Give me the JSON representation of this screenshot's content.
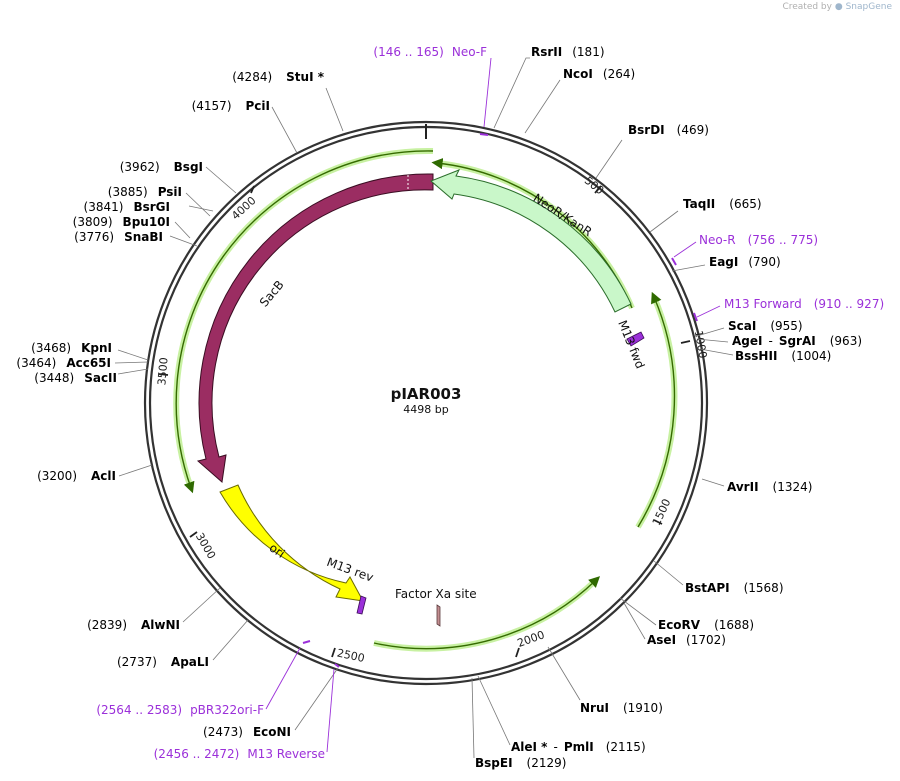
{
  "plasmid": {
    "name": "pIAR003",
    "length_label": "4498 bp",
    "length": 4498
  },
  "credit": {
    "prefix": "Created by",
    "brand": "SnapGene"
  },
  "colors": {
    "backbone": "#333333",
    "site_text": "#000000",
    "primer_text": "#9b30d9",
    "primer_mark": "#9b30d9",
    "sacb": "#9b2d62",
    "neor": "#c9f7c9",
    "ori": "#ffff00",
    "factor_xa": "#c38e91",
    "green_arc_outer": "#c4f29a",
    "green_arc_inner": "#3f7f00"
  },
  "restriction_sites": [
    {
      "id": "rsrii",
      "name": "RsrII",
      "pos": "181"
    },
    {
      "id": "ncoi",
      "name": "NcoI",
      "pos": "264"
    },
    {
      "id": "bsrdi",
      "name": "BsrDI",
      "pos": "469"
    },
    {
      "id": "taqii",
      "name": "TaqII",
      "pos": "665"
    },
    {
      "id": "eagi",
      "name": "EagI",
      "pos": "790"
    },
    {
      "id": "scai",
      "name": "ScaI",
      "pos": "955"
    },
    {
      "id": "agei",
      "name": "AgeI",
      "name2": "SgrAI",
      "pos": "963"
    },
    {
      "id": "bsshii",
      "name": "BssHII",
      "pos": "1004"
    },
    {
      "id": "avrii",
      "name": "AvrII",
      "pos": "1324"
    },
    {
      "id": "bstapi",
      "name": "BstAPI",
      "pos": "1568"
    },
    {
      "id": "ecorv",
      "name": "EcoRV",
      "pos": "1688"
    },
    {
      "id": "asei",
      "name": "AseI",
      "pos": "1702"
    },
    {
      "id": "nrui",
      "name": "NruI",
      "pos": "1910"
    },
    {
      "id": "alei",
      "name": "AleI *",
      "name2": "PmlI",
      "pos": "2115"
    },
    {
      "id": "bspei",
      "name": "BspEI",
      "pos": "2129"
    },
    {
      "id": "econi",
      "name": "EcoNI",
      "pos": "2473"
    },
    {
      "id": "apali",
      "name": "ApaLI",
      "pos": "2737"
    },
    {
      "id": "alwni",
      "name": "AlwNI",
      "pos": "2839"
    },
    {
      "id": "acli",
      "name": "AclI",
      "pos": "3200"
    },
    {
      "id": "sacii",
      "name": "SacII",
      "pos": "3448"
    },
    {
      "id": "acc65i",
      "name": "Acc65I",
      "pos": "3464"
    },
    {
      "id": "kpni",
      "name": "KpnI",
      "pos": "3468"
    },
    {
      "id": "snabi",
      "name": "SnaBI",
      "pos": "3776"
    },
    {
      "id": "bpu10i",
      "name": "Bpu10I",
      "pos": "3809"
    },
    {
      "id": "bsrgi",
      "name": "BsrGI",
      "pos": "3841"
    },
    {
      "id": "psii",
      "name": "PsiI",
      "pos": "3885"
    },
    {
      "id": "bsgi",
      "name": "BsgI",
      "pos": "3962"
    },
    {
      "id": "pcii",
      "name": "PciI",
      "pos": "4157"
    },
    {
      "id": "stui",
      "name": "StuI *",
      "pos": "4284"
    }
  ],
  "primers": [
    {
      "id": "neof",
      "name": "Neo-F",
      "range": "(146 .. 165)"
    },
    {
      "id": "neor",
      "name": "Neo-R",
      "range": "(756 .. 775)"
    },
    {
      "id": "m13fwd",
      "name": "M13 Forward",
      "range": "(910 .. 927)"
    },
    {
      "id": "pbr322",
      "name": "pBR322ori-F",
      "range": "(2564 .. 2583)"
    },
    {
      "id": "m13rev",
      "name": "M13 Reverse",
      "range": "(2456 .. 2472)"
    }
  ],
  "features": {
    "sacb": "SacB",
    "neor_kanr": "NeoR/KanR",
    "ori": "ori",
    "m13_fwd": "M13 fwd",
    "m13_rev": "M13 rev",
    "factor_xa": "Factor Xa site"
  },
  "ticks": [
    "500",
    "1000",
    "1500",
    "2000",
    "2500",
    "3000",
    "3500",
    "4000"
  ]
}
